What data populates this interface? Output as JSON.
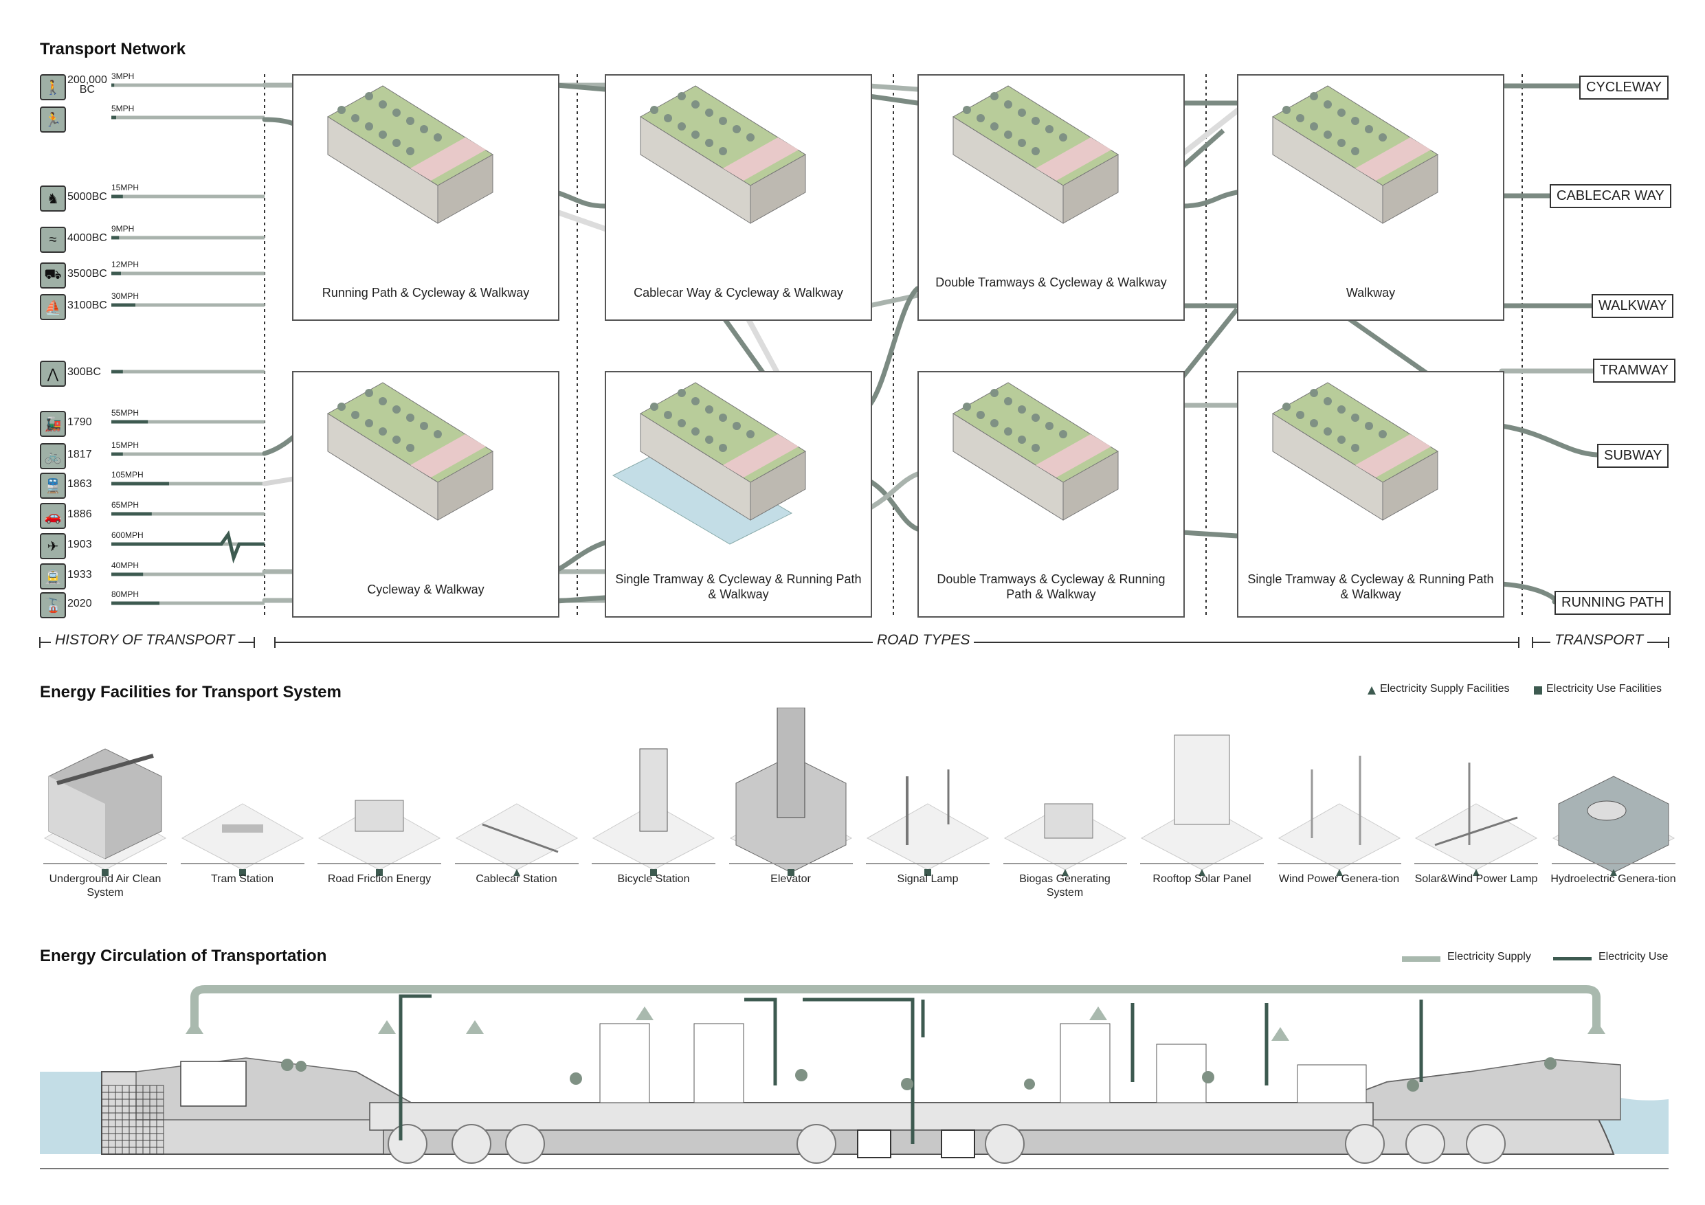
{
  "sections": {
    "network_title": "Transport Network",
    "facilities_title": "Energy Facilities for Transport System",
    "circulation_title": "Energy Circulation of Transportation"
  },
  "history": [
    {
      "icon": "walking-person-icon",
      "year": "200,000\nBC",
      "speed": "3MPH",
      "speed_pct": 0.03
    },
    {
      "icon": "running-person-icon",
      "year": "",
      "speed": "5MPH",
      "speed_pct": 0.05
    },
    {
      "icon": "horse-rider-icon",
      "year": "5000BC",
      "speed": "15MPH",
      "speed_pct": 0.12
    },
    {
      "icon": "boat-icon",
      "year": "4000BC",
      "speed": "9MPH",
      "speed_pct": 0.08
    },
    {
      "icon": "cart-icon",
      "year": "3500BC",
      "speed": "12MPH",
      "speed_pct": 0.1
    },
    {
      "icon": "sailboat-icon",
      "year": "3100BC",
      "speed": "30MPH",
      "speed_pct": 0.25
    },
    {
      "icon": "road-icon",
      "year": "300BC",
      "speed": "",
      "speed_pct": 0.12
    },
    {
      "icon": "steam-train-icon",
      "year": "1790",
      "speed": "55MPH",
      "speed_pct": 0.38
    },
    {
      "icon": "bicycle-icon",
      "year": "1817",
      "speed": "15MPH",
      "speed_pct": 0.12
    },
    {
      "icon": "train-icon",
      "year": "1863",
      "speed": "105MPH",
      "speed_pct": 0.6
    },
    {
      "icon": "car-icon",
      "year": "1886",
      "speed": "65MPH",
      "speed_pct": 0.42
    },
    {
      "icon": "airplane-icon",
      "year": "1903",
      "speed": "600MPH",
      "speed_pct": 1.0
    },
    {
      "icon": "tram-icon",
      "year": "1933",
      "speed": "40MPH",
      "speed_pct": 0.33
    },
    {
      "icon": "cablecar-icon",
      "year": "2020",
      "speed": "80MPH",
      "speed_pct": 0.5
    }
  ],
  "road_types": [
    "Running Path & Cycleway & Walkway",
    "Cablecar Way & Cycleway & Walkway",
    "Double Tramways & Cycleway & Walkway",
    "Walkway",
    "Cycleway & Walkway",
    "Single Tramway & Cycleway & Running Path & Walkway",
    "Double Tramways & Cycleway & Running Path & Walkway",
    "Single Tramway & Cycleway & Running Path & Walkway"
  ],
  "transport_tags": [
    "CYCLEWAY",
    "CABLECAR WAY",
    "WALKWAY",
    "TRAMWAY",
    "SUBWAY",
    "RUNNING PATH"
  ],
  "axis": {
    "history": "HISTORY OF TRANSPORT",
    "road": "ROAD TYPES",
    "transport": "TRANSPORT"
  },
  "facility_legend": {
    "supply": "Electricity Supply Facilities",
    "use": "Electricity Use Facilities"
  },
  "facilities": [
    {
      "name": "Underground Air Clean System",
      "kind": "use"
    },
    {
      "name": "Tram Station",
      "kind": "use"
    },
    {
      "name": "Road Friction Energy",
      "kind": "use"
    },
    {
      "name": "Cablecar Station",
      "kind": "supply"
    },
    {
      "name": "Bicycle Station",
      "kind": "use"
    },
    {
      "name": "Elevator",
      "kind": "use"
    },
    {
      "name": "Signal Lamp",
      "kind": "use"
    },
    {
      "name": "Biogas Generating System",
      "kind": "supply"
    },
    {
      "name": "Rooftop Solar Panel",
      "kind": "supply"
    },
    {
      "name": "Wind Power Genera-tion",
      "kind": "supply"
    },
    {
      "name": "Solar&Wind Power Lamp",
      "kind": "supply"
    },
    {
      "name": "Hydroelectric Genera-tion",
      "kind": "supply"
    }
  ],
  "circulation_legend": {
    "supply": "Electricity Supply",
    "use": "Electricity Use"
  },
  "colors": {
    "dark_green": "#3d5a50",
    "light_green": "#a9b9ae",
    "grass": "#b8cc9a",
    "concrete": "#d6d3cc",
    "water": "#c3dde6",
    "pink": "#e8c9c9"
  }
}
